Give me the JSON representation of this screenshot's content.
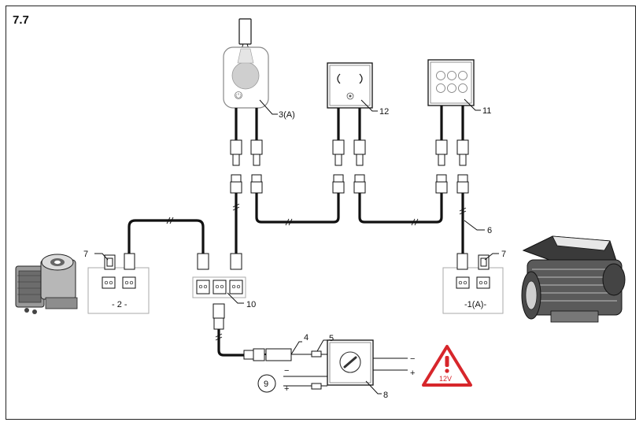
{
  "section_number": "7.7",
  "labels": {
    "control_lever": "3(A)",
    "panel_12": "12",
    "panel_11": "11",
    "cable_6": "6",
    "terminator_left": "7",
    "terminator_right": "7",
    "hub": "10",
    "item_4": "4",
    "item_5": "5",
    "item_8": "8",
    "item_9": "9",
    "thruster_left_id": "- 2 -",
    "thruster_right_id": "-1(A)-",
    "power_minus_left": "−",
    "power_plus_left": "+",
    "power_minus_right": "−",
    "power_plus_right": "+",
    "battery_voltage": "12V"
  },
  "colors": {
    "warning_red": "#d7262b",
    "line": "#111111",
    "panel_border": "#aaaaaa"
  }
}
